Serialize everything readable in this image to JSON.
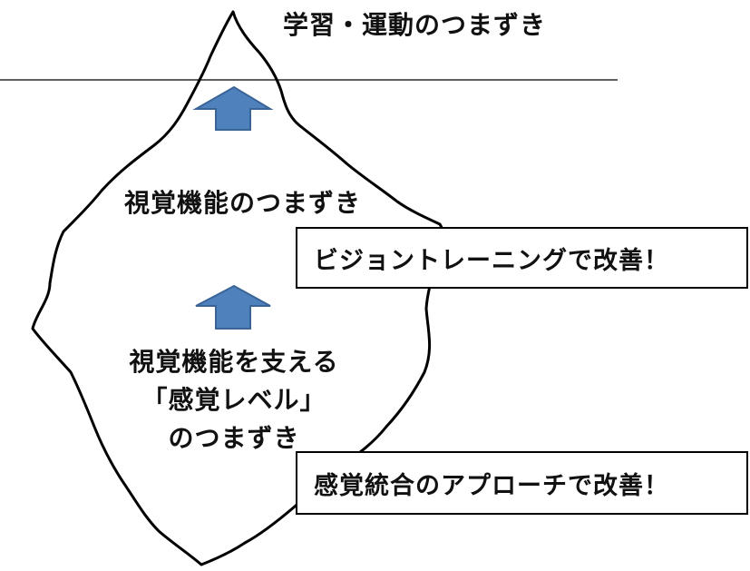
{
  "diagram": {
    "title": "学習・運動のつまずき",
    "middle_label": "視覚機能のつまずき",
    "bottom_label_lines": [
      "視覚機能を支える",
      "「感覚レベル」",
      "のつまずき"
    ],
    "box_vision_training": "ビジョントレーニングで改善！",
    "box_sensory_integration": "感覚統合のアプローチで改善！"
  },
  "colors": {
    "arrow_fill": "#4f81bd",
    "arrow_stroke": "#3a6496",
    "outline": "#000000",
    "text": "#111111"
  }
}
